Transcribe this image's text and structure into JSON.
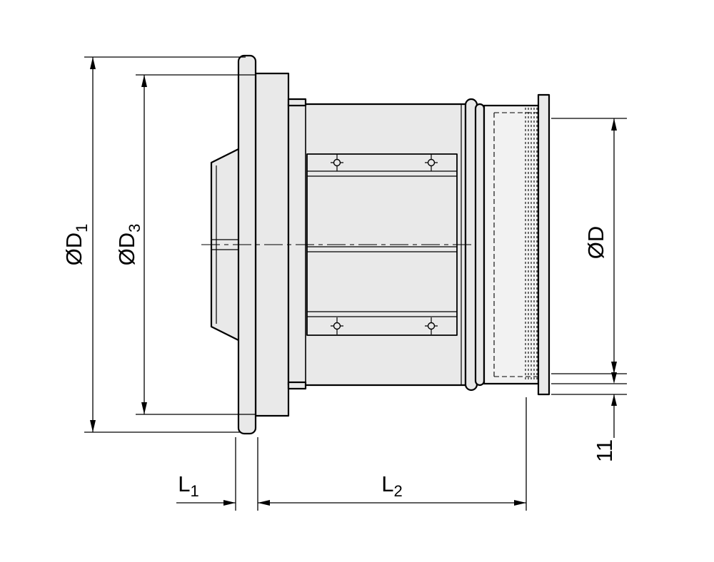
{
  "diagram": {
    "labels": {
      "d1": {
        "symbol": "ØD",
        "subscript": "1"
      },
      "d3": {
        "symbol": "ØD",
        "subscript": "3"
      },
      "d": {
        "symbol": "ØD",
        "subscript": ""
      },
      "offset11": "11",
      "l1": {
        "symbol": "L",
        "subscript": "1"
      },
      "l2": {
        "symbol": "L",
        "subscript": "2"
      }
    },
    "colors": {
      "line": "#000000",
      "part_fill": "#e9e9e9",
      "duct_fill": "#f2f2f2",
      "background": "#ffffff"
    }
  }
}
